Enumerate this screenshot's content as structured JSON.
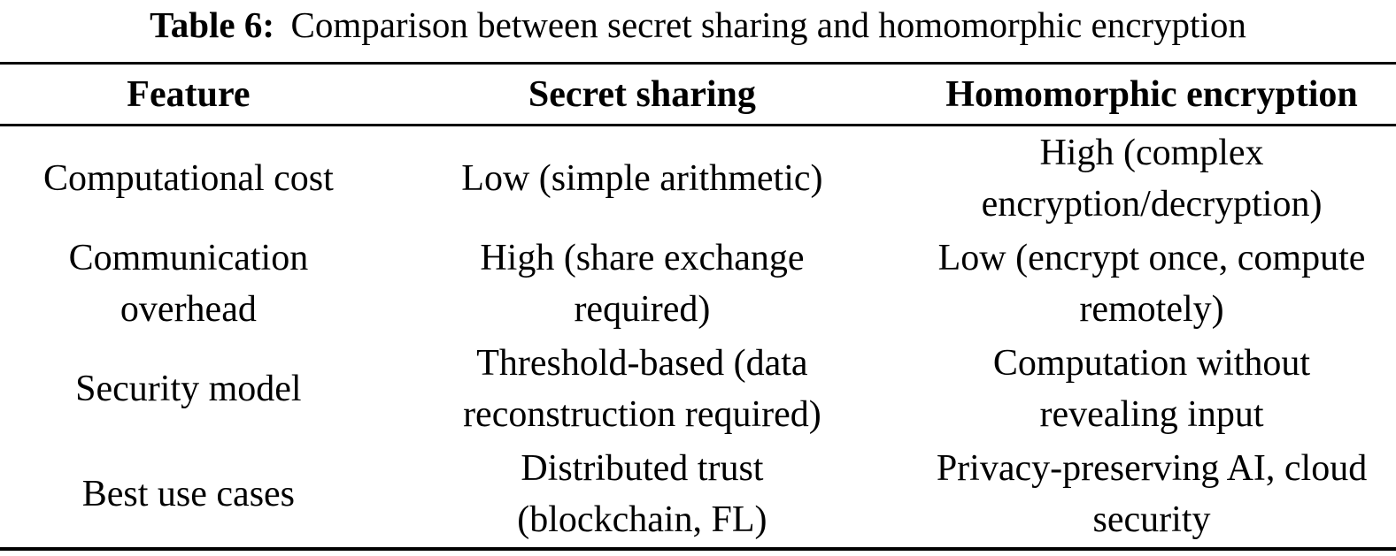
{
  "caption": {
    "label": "Table 6:",
    "text": "Comparison between secret sharing and homomorphic encryption"
  },
  "colors": {
    "text": "#000000",
    "background": "#ffffff",
    "rule": "#000000"
  },
  "table": {
    "headers": [
      "Feature",
      "Secret sharing",
      "Homomorphic encryption"
    ],
    "rows": [
      {
        "feature": "Computational cost",
        "secret_sharing": "Low (simple arithmetic)",
        "homomorphic_encryption": "High (complex\nencryption/decryption)"
      },
      {
        "feature": "Communication\noverhead",
        "secret_sharing": "High (share exchange\nrequired)",
        "homomorphic_encryption": "Low (encrypt once, compute\nremotely)"
      },
      {
        "feature": "Security model",
        "secret_sharing": "Threshold-based (data\nreconstruction required)",
        "homomorphic_encryption": "Computation without\nrevealing input"
      },
      {
        "feature": "Best use cases",
        "secret_sharing": "Distributed trust\n(blockchain, FL)",
        "homomorphic_encryption": "Privacy-preserving AI, cloud\nsecurity"
      }
    ]
  }
}
